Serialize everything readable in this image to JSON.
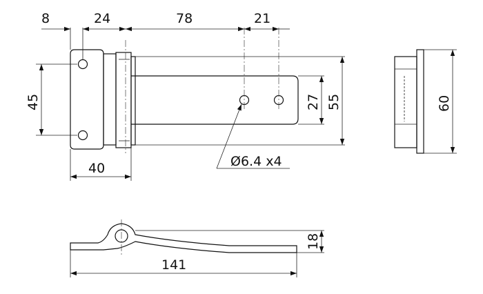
{
  "dimensions": {
    "top_8": "8",
    "top_24": "24",
    "top_78": "78",
    "top_21": "21",
    "left_45": "45",
    "right_27": "27",
    "right_55": "55",
    "bottom_40": "40",
    "hole_note": "Ø6.4 x4",
    "side_60": "60",
    "profile_18": "18",
    "profile_141": "141"
  }
}
